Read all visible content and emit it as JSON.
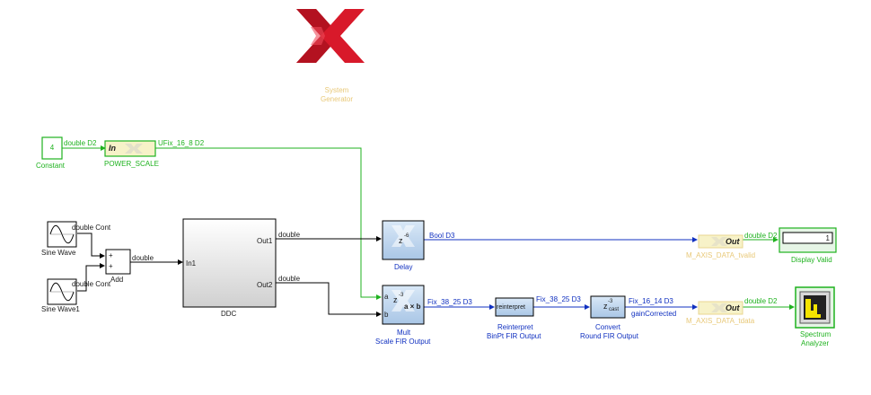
{
  "logo": {
    "line1": "System",
    "line2": "Generator"
  },
  "blocks": {
    "constant": {
      "value": "4",
      "name": "Constant"
    },
    "power_scale": {
      "label": "In",
      "name": "POWER_SCALE"
    },
    "sine_wave": {
      "name": "Sine Wave"
    },
    "sine_wave1": {
      "name": "Sine Wave1"
    },
    "add": {
      "name": "Add",
      "plus1": "+",
      "plus2": "+"
    },
    "ddc": {
      "name": "DDC",
      "in1": "In1",
      "out1": "Out1",
      "out2": "Out2"
    },
    "delay": {
      "name": "Delay",
      "glyph": "z",
      "exp": "-6"
    },
    "mult": {
      "name_line1": "Mult",
      "name_line2": "Scale FIR Output",
      "a": "a",
      "b": "b",
      "op": "a × b",
      "glyph": "z",
      "exp": "-3"
    },
    "reinterpret": {
      "name_line1": "Reinterpret",
      "name_line2": "BinPt FIR Output",
      "text": "reinterpret"
    },
    "convert": {
      "name_line1": "Convert",
      "name_line2": "Round FIR Output",
      "glyph": "z",
      "exp": "-3",
      "sub": "cast"
    },
    "out_tvalid": {
      "label": "Out",
      "name": "M_AXIS_DATA_tvalid"
    },
    "out_tdata": {
      "label": "Out",
      "name": "M_AXIS_DATA_tdata"
    },
    "display": {
      "value": "1",
      "name": "Display Valid"
    },
    "spectrum": {
      "name_line1": "Spectrum",
      "name_line2": "Analyzer"
    }
  },
  "signals": {
    "const_out": "double D2",
    "power_out": "UFix_16_8 D2",
    "sine1_out": "double Cont",
    "sine2_out": "double Cont",
    "add_out": "double",
    "ddc_out1": "double",
    "ddc_out2": "double",
    "delay_out": "Bool D3",
    "mult_out": "Fix_38_25 D3",
    "reinterp_out": "Fix_38_25 D3",
    "convert_out": "Fix_16_14 D3",
    "convert_out_name": "gainCorrected",
    "tvalid_out": "double D2",
    "tdata_out": "double D2"
  },
  "colors": {
    "green": "#1fb21f",
    "yellow_text": "#e8c877",
    "blue": "#1030c0",
    "logo_red": "#d8192a"
  }
}
